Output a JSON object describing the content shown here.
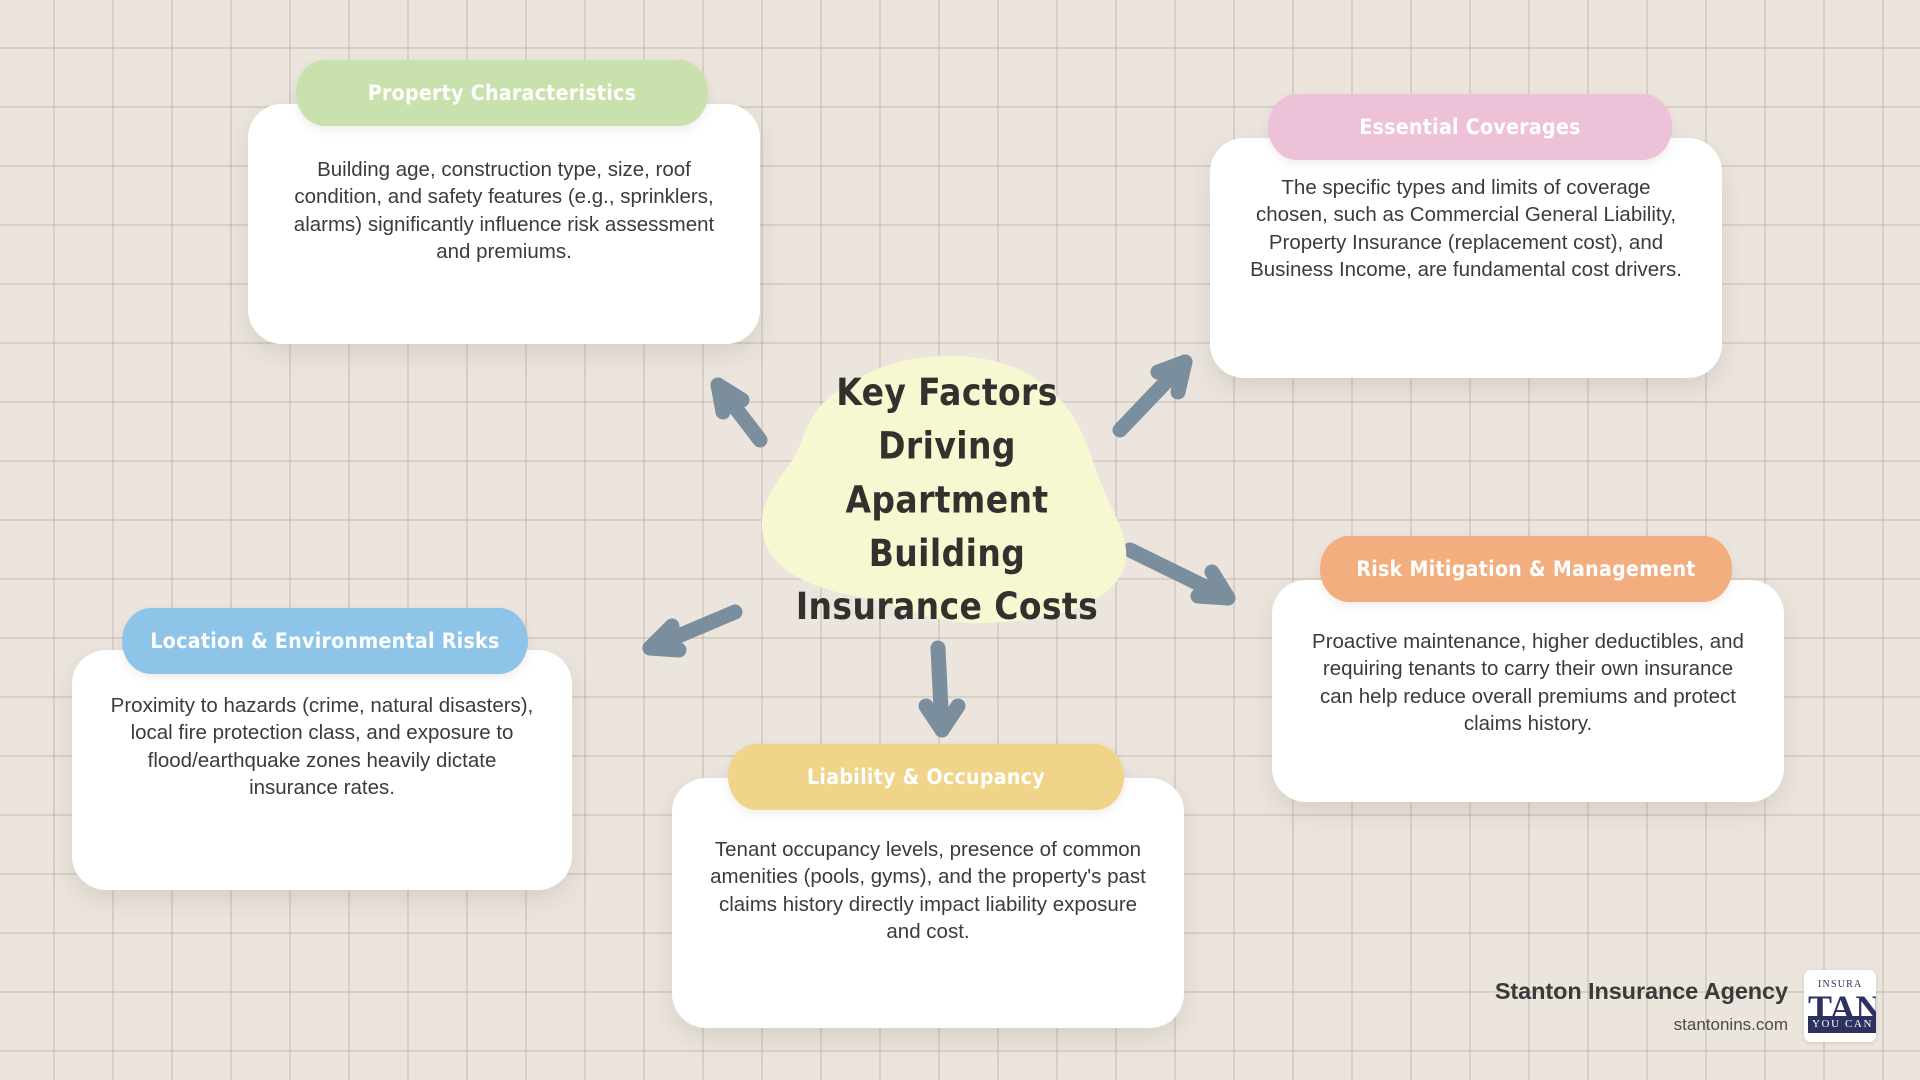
{
  "center": {
    "title_lines": [
      "Key Factors Driving",
      "Apartment Building",
      "Insurance Costs"
    ],
    "blob_color": "#f7f7d2",
    "text_color": "#33312e"
  },
  "background": {
    "base_color": "#ebe5de",
    "grid_line_color": "#a89e92"
  },
  "arrow_color": "#7a8e9e",
  "cards": [
    {
      "id": "property",
      "title": "Property Characteristics",
      "pill_color": "#c9e1ac",
      "body": "Building age, construction type, size, roof condition, and safety features (e.g., sprinklers, alarms) significantly influence risk assessment and premiums."
    },
    {
      "id": "essential",
      "title": "Essential Coverages",
      "pill_color": "#edc1d7",
      "body": "The specific types and limits of coverage chosen, such as Commercial General Liability, Property Insurance (replacement cost), and Business Income, are fundamental cost drivers."
    },
    {
      "id": "risk",
      "title": "Risk Mitigation & Management",
      "pill_color": "#f2ae7e",
      "body": "Proactive maintenance, higher deductibles, and requiring tenants to carry their own insurance can help reduce overall premiums and protect claims history."
    },
    {
      "id": "liability",
      "title": "Liability & Occupancy",
      "pill_color": "#efd489",
      "body": "Tenant occupancy levels, presence of common amenities (pools, gyms), and the property's past claims history directly impact liability exposure and cost."
    },
    {
      "id": "location",
      "title": "Location & Environmental Risks",
      "pill_color": "#8dc4e8",
      "body": "Proximity to hazards (crime, natural disasters), local fire protection class, and exposure to flood/earthquake zones heavily dictate insurance rates."
    }
  ],
  "branding": {
    "agency_name": "Stanton Insurance Agency",
    "website": "stantonins.com",
    "logo": {
      "top_text": "INSURA",
      "mid_text": "TAN",
      "bar_text": "YOU CAN",
      "color": "#2c3160"
    }
  }
}
